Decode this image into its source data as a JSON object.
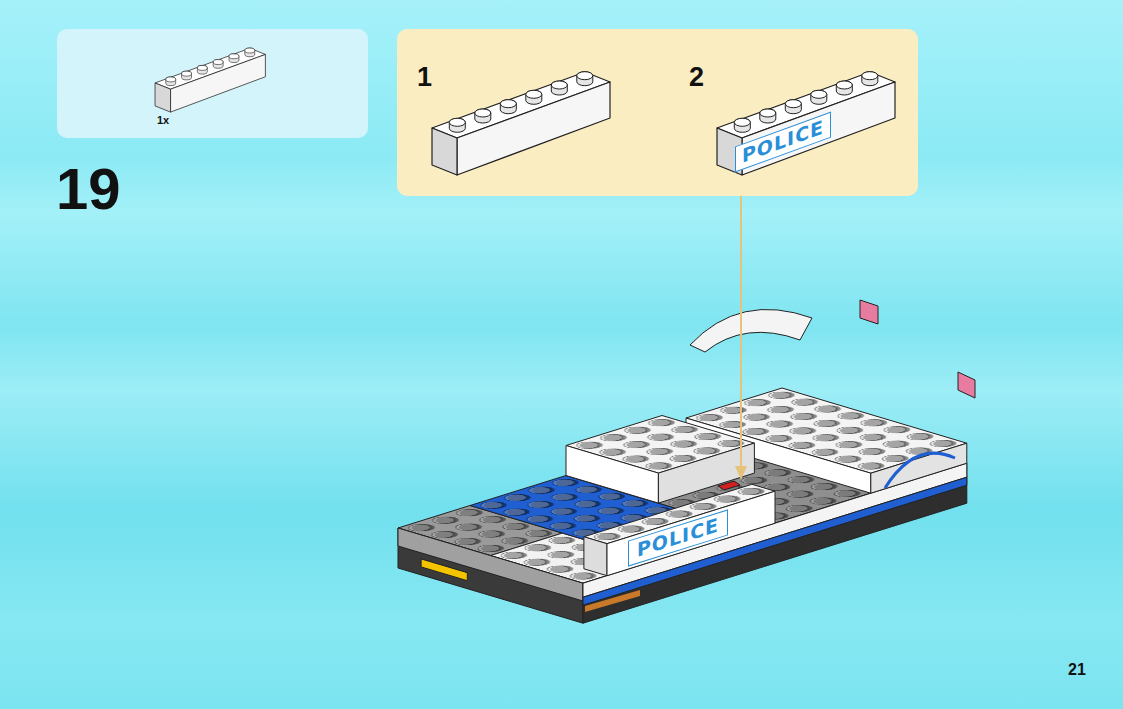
{
  "diagram": {
    "nodes": [
      {
        "text": [
          "1x"
        ]
      },
      {
        "text": [
          "1",
          "2"
        ]
      }
    ],
    "labels": [
      "19",
      "POLICE",
      "POLICE",
      "21"
    ]
  }
}
